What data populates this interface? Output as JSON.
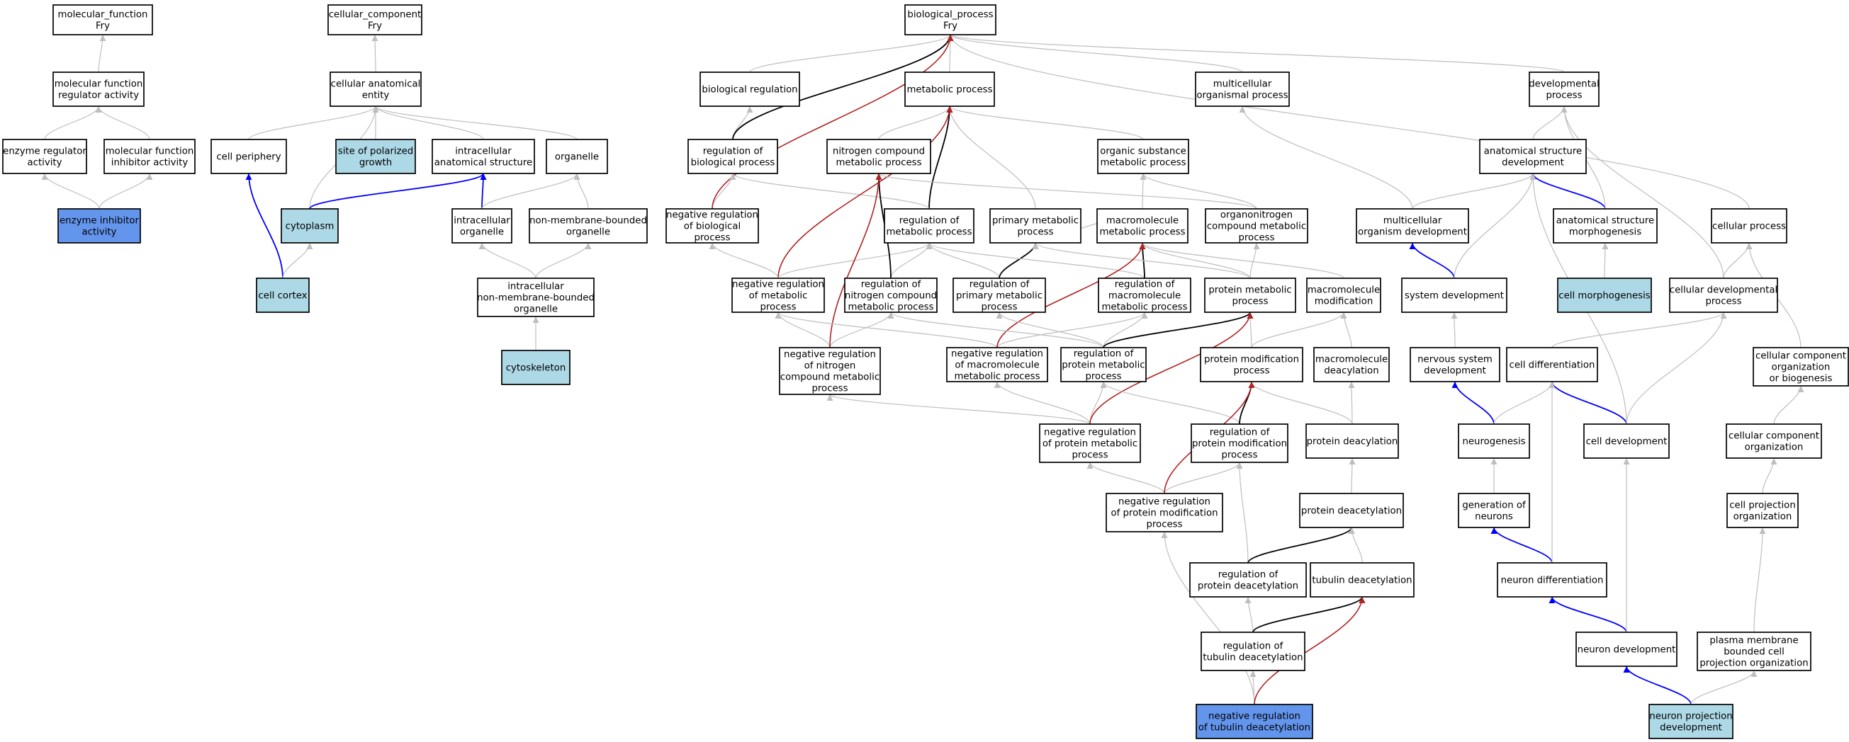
{
  "colors": {
    "node_default": "#ffffff",
    "node_light": "#add8e6",
    "node_query": "#6495ed",
    "edge_is_a": "#bebebe",
    "edge_part_of": "#0000ff",
    "edge_regulates": "#000000",
    "edge_neg_regulates": "#b22222"
  },
  "nodes": {
    "molecular_function": {
      "lines": [
        "molecular_function",
        "Fry"
      ],
      "fill": "white"
    },
    "mf_regulator": {
      "lines": [
        "molecular function",
        "regulator activity"
      ],
      "fill": "white"
    },
    "enzyme_regulator": {
      "lines": [
        "enzyme regulator",
        "activity"
      ],
      "fill": "white"
    },
    "mf_inhibitor": {
      "lines": [
        "molecular function",
        "inhibitor activity"
      ],
      "fill": "white"
    },
    "enzyme_inhibitor": {
      "lines": [
        "enzyme inhibitor",
        "activity"
      ],
      "fill": "query"
    },
    "cellular_component": {
      "lines": [
        "cellular_component",
        "Fry"
      ],
      "fill": "white"
    },
    "cell_anat_entity": {
      "lines": [
        "cellular anatomical",
        "entity"
      ],
      "fill": "white"
    },
    "cell_periphery": {
      "lines": [
        "cell periphery"
      ],
      "fill": "white"
    },
    "site_polarized": {
      "lines": [
        "site of polarized",
        "growth"
      ],
      "fill": "light"
    },
    "intracell_anat": {
      "lines": [
        "intracellular",
        "anatomical structure"
      ],
      "fill": "white"
    },
    "organelle": {
      "lines": [
        "organelle"
      ],
      "fill": "white"
    },
    "cytoplasm": {
      "lines": [
        "cytoplasm"
      ],
      "fill": "light"
    },
    "intracell_organelle": {
      "lines": [
        "intracellular",
        "organelle"
      ],
      "fill": "white"
    },
    "non_membrane_organelle": {
      "lines": [
        "non-membrane-bounded",
        "organelle"
      ],
      "fill": "white"
    },
    "cell_cortex": {
      "lines": [
        "cell cortex"
      ],
      "fill": "light"
    },
    "intracell_nonmem_organelle": {
      "lines": [
        "intracellular",
        "non-membrane-bounded",
        "organelle"
      ],
      "fill": "white"
    },
    "cytoskeleton": {
      "lines": [
        "cytoskeleton"
      ],
      "fill": "light"
    },
    "biological_process": {
      "lines": [
        "biological_process",
        "Fry"
      ],
      "fill": "white"
    },
    "biological_regulation": {
      "lines": [
        "biological regulation"
      ],
      "fill": "white"
    },
    "metabolic_process": {
      "lines": [
        "metabolic process"
      ],
      "fill": "white"
    },
    "multicellular_organismal": {
      "lines": [
        "multicellular",
        "organismal process"
      ],
      "fill": "white"
    },
    "developmental_process": {
      "lines": [
        "developmental",
        "process"
      ],
      "fill": "white"
    },
    "reg_biological": {
      "lines": [
        "regulation of",
        "biological process"
      ],
      "fill": "white"
    },
    "nitrogen_compound_met": {
      "lines": [
        "nitrogen compound",
        "metabolic process"
      ],
      "fill": "white"
    },
    "organic_substance_met": {
      "lines": [
        "organic substance",
        "metabolic process"
      ],
      "fill": "white"
    },
    "anat_struct_dev": {
      "lines": [
        "anatomical structure",
        "development"
      ],
      "fill": "white"
    },
    "neg_reg_biological": {
      "lines": [
        "negative regulation",
        "of biological",
        "process"
      ],
      "fill": "white"
    },
    "reg_metabolic": {
      "lines": [
        "regulation of",
        "metabolic process"
      ],
      "fill": "white"
    },
    "primary_metabolic": {
      "lines": [
        "primary metabolic",
        "process"
      ],
      "fill": "white"
    },
    "macromolecule_met": {
      "lines": [
        "macromolecule",
        "metabolic process"
      ],
      "fill": "white"
    },
    "organonitrogen_met": {
      "lines": [
        "organonitrogen",
        "compound metabolic",
        "process"
      ],
      "fill": "white"
    },
    "multicell_org_dev": {
      "lines": [
        "multicellular",
        "organism development"
      ],
      "fill": "white"
    },
    "anat_struct_morph": {
      "lines": [
        "anatomical structure",
        "morphogenesis"
      ],
      "fill": "white"
    },
    "cellular_process": {
      "lines": [
        "cellular process"
      ],
      "fill": "white"
    },
    "neg_reg_metabolic": {
      "lines": [
        "negative regulation",
        "of metabolic",
        "process"
      ],
      "fill": "white"
    },
    "reg_nitrogen_met": {
      "lines": [
        "regulation of",
        "nitrogen compound",
        "metabolic process"
      ],
      "fill": "white"
    },
    "reg_primary_met": {
      "lines": [
        "regulation of",
        "primary metabolic",
        "process"
      ],
      "fill": "white"
    },
    "reg_macromolecule_met": {
      "lines": [
        "regulation of",
        "macromolecule",
        "metabolic process"
      ],
      "fill": "white"
    },
    "protein_metabolic": {
      "lines": [
        "protein metabolic",
        "process"
      ],
      "fill": "white"
    },
    "macromolecule_mod": {
      "lines": [
        "macromolecule",
        "modification"
      ],
      "fill": "white"
    },
    "system_development": {
      "lines": [
        "system development"
      ],
      "fill": "white"
    },
    "cell_morphogenesis": {
      "lines": [
        "cell morphogenesis"
      ],
      "fill": "light"
    },
    "cellular_dev_process": {
      "lines": [
        "cellular developmental",
        "process"
      ],
      "fill": "white"
    },
    "neg_reg_nitrogen_met": {
      "lines": [
        "negative regulation",
        "of nitrogen",
        "compound metabolic",
        "process"
      ],
      "fill": "white"
    },
    "neg_reg_macromolecule_met": {
      "lines": [
        "negative regulation",
        "of macromolecule",
        "metabolic process"
      ],
      "fill": "white"
    },
    "reg_protein_met": {
      "lines": [
        "regulation of",
        "protein metabolic",
        "process"
      ],
      "fill": "white"
    },
    "protein_mod_process": {
      "lines": [
        "protein modification",
        "process"
      ],
      "fill": "white"
    },
    "macromolecule_deacyl": {
      "lines": [
        "macromolecule",
        "deacylation"
      ],
      "fill": "white"
    },
    "nervous_system_dev": {
      "lines": [
        "nervous system",
        "development"
      ],
      "fill": "white"
    },
    "cell_differentiation": {
      "lines": [
        "cell differentiation"
      ],
      "fill": "white"
    },
    "cell_comp_org_biogen": {
      "lines": [
        "cellular component",
        "organization",
        "or biogenesis"
      ],
      "fill": "white"
    },
    "neg_reg_protein_met": {
      "lines": [
        "negative regulation",
        "of protein metabolic",
        "process"
      ],
      "fill": "white"
    },
    "reg_protein_mod": {
      "lines": [
        "regulation of",
        "protein modification",
        "process"
      ],
      "fill": "white"
    },
    "protein_deacylation": {
      "lines": [
        "protein deacylation"
      ],
      "fill": "white"
    },
    "neurogenesis": {
      "lines": [
        "neurogenesis"
      ],
      "fill": "white"
    },
    "cell_development": {
      "lines": [
        "cell development"
      ],
      "fill": "white"
    },
    "cell_comp_org": {
      "lines": [
        "cellular component",
        "organization"
      ],
      "fill": "white"
    },
    "neg_reg_protein_mod": {
      "lines": [
        "negative regulation",
        "of protein modification",
        "process"
      ],
      "fill": "white"
    },
    "protein_deacetylation": {
      "lines": [
        "protein deacetylation"
      ],
      "fill": "white"
    },
    "generation_neurons": {
      "lines": [
        "generation of",
        "neurons"
      ],
      "fill": "white"
    },
    "cell_proj_org": {
      "lines": [
        "cell projection",
        "organization"
      ],
      "fill": "white"
    },
    "reg_protein_deacetyl": {
      "lines": [
        "regulation of",
        "protein deacetylation"
      ],
      "fill": "white"
    },
    "tubulin_deacetylation": {
      "lines": [
        "tubulin deacetylation"
      ],
      "fill": "white"
    },
    "neuron_differentiation": {
      "lines": [
        "neuron differentiation"
      ],
      "fill": "white"
    },
    "reg_tubulin_deacetyl": {
      "lines": [
        "regulation of",
        "tubulin deacetylation"
      ],
      "fill": "white"
    },
    "neuron_development": {
      "lines": [
        "neuron development"
      ],
      "fill": "white"
    },
    "pm_bounded_proj_org": {
      "lines": [
        "plasma membrane",
        "bounded cell",
        "projection organization"
      ],
      "fill": "white"
    },
    "neg_reg_tubulin_deacetyl": {
      "lines": [
        "negative regulation",
        "of tubulin deacetylation"
      ],
      "fill": "query"
    },
    "neuron_proj_dev": {
      "lines": [
        "neuron projection",
        "development"
      ],
      "fill": "light"
    }
  },
  "edges": [
    [
      "mf_regulator",
      "molecular_function",
      "is_a"
    ],
    [
      "enzyme_regulator",
      "mf_regulator",
      "is_a"
    ],
    [
      "mf_inhibitor",
      "mf_regulator",
      "is_a"
    ],
    [
      "enzyme_inhibitor",
      "enzyme_regulator",
      "is_a"
    ],
    [
      "enzyme_inhibitor",
      "mf_inhibitor",
      "is_a"
    ],
    [
      "cell_anat_entity",
      "cellular_component",
      "is_a"
    ],
    [
      "cell_periphery",
      "cell_anat_entity",
      "is_a"
    ],
    [
      "site_polarized",
      "cell_anat_entity",
      "is_a"
    ],
    [
      "intracell_anat",
      "cell_anat_entity",
      "is_a"
    ],
    [
      "organelle",
      "cell_anat_entity",
      "is_a"
    ],
    [
      "cytoplasm",
      "cell_anat_entity",
      "is_a"
    ],
    [
      "cytoplasm",
      "intracell_anat",
      "part_of"
    ],
    [
      "intracell_organelle",
      "intracell_anat",
      "part_of"
    ],
    [
      "intracell_organelle",
      "organelle",
      "is_a"
    ],
    [
      "non_membrane_organelle",
      "organelle",
      "is_a"
    ],
    [
      "cell_cortex",
      "cell_periphery",
      "part_of"
    ],
    [
      "cell_cortex",
      "cytoplasm",
      "is_a"
    ],
    [
      "intracell_nonmem_organelle",
      "intracell_organelle",
      "is_a"
    ],
    [
      "intracell_nonmem_organelle",
      "non_membrane_organelle",
      "is_a"
    ],
    [
      "cytoskeleton",
      "intracell_nonmem_organelle",
      "is_a"
    ],
    [
      "biological_regulation",
      "biological_process",
      "is_a"
    ],
    [
      "metabolic_process",
      "biological_process",
      "is_a"
    ],
    [
      "multicellular_organismal",
      "biological_process",
      "is_a"
    ],
    [
      "developmental_process",
      "biological_process",
      "is_a"
    ],
    [
      "cellular_process",
      "biological_process",
      "is_a"
    ],
    [
      "reg_biological",
      "biological_regulation",
      "is_a"
    ],
    [
      "reg_biological",
      "biological_process",
      "regulates"
    ],
    [
      "neg_reg_biological",
      "reg_biological",
      "is_a"
    ],
    [
      "neg_reg_biological",
      "biological_process",
      "neg_regulates"
    ],
    [
      "nitrogen_compound_met",
      "metabolic_process",
      "is_a"
    ],
    [
      "organic_substance_met",
      "metabolic_process",
      "is_a"
    ],
    [
      "primary_metabolic",
      "metabolic_process",
      "is_a"
    ],
    [
      "reg_metabolic",
      "metabolic_process",
      "regulates"
    ],
    [
      "reg_metabolic",
      "reg_biological",
      "is_a"
    ],
    [
      "neg_reg_metabolic",
      "metabolic_process",
      "neg_regulates"
    ],
    [
      "neg_reg_metabolic",
      "reg_metabolic",
      "is_a"
    ],
    [
      "neg_reg_metabolic",
      "neg_reg_biological",
      "is_a"
    ],
    [
      "macromolecule_met",
      "organic_substance_met",
      "is_a"
    ],
    [
      "macromolecule_met",
      "primary_metabolic",
      "is_a"
    ],
    [
      "organonitrogen_met",
      "organic_substance_met",
      "is_a"
    ],
    [
      "organonitrogen_met",
      "nitrogen_compound_met",
      "is_a"
    ],
    [
      "reg_nitrogen_met",
      "reg_metabolic",
      "is_a"
    ],
    [
      "reg_nitrogen_met",
      "nitrogen_compound_met",
      "regulates"
    ],
    [
      "reg_primary_met",
      "reg_metabolic",
      "is_a"
    ],
    [
      "reg_primary_met",
      "primary_metabolic",
      "regulates"
    ],
    [
      "reg_macromolecule_met",
      "reg_metabolic",
      "is_a"
    ],
    [
      "reg_macromolecule_met",
      "macromolecule_met",
      "regulates"
    ],
    [
      "protein_metabolic",
      "macromolecule_met",
      "is_a"
    ],
    [
      "protein_metabolic",
      "organonitrogen_met",
      "is_a"
    ],
    [
      "protein_metabolic",
      "primary_metabolic",
      "is_a"
    ],
    [
      "macromolecule_mod",
      "macromolecule_met",
      "is_a"
    ],
    [
      "neg_reg_nitrogen_met",
      "neg_reg_metabolic",
      "is_a"
    ],
    [
      "neg_reg_nitrogen_met",
      "reg_nitrogen_met",
      "is_a"
    ],
    [
      "neg_reg_nitrogen_met",
      "nitrogen_compound_met",
      "neg_regulates"
    ],
    [
      "neg_reg_macromolecule_met",
      "neg_reg_metabolic",
      "is_a"
    ],
    [
      "neg_reg_macromolecule_met",
      "reg_macromolecule_met",
      "is_a"
    ],
    [
      "neg_reg_macromolecule_met",
      "macromolecule_met",
      "neg_regulates"
    ],
    [
      "reg_protein_met",
      "reg_macromolecule_met",
      "is_a"
    ],
    [
      "reg_protein_met",
      "reg_primary_met",
      "is_a"
    ],
    [
      "reg_protein_met",
      "reg_nitrogen_met",
      "is_a"
    ],
    [
      "reg_protein_met",
      "protein_metabolic",
      "regulates"
    ],
    [
      "protein_mod_process",
      "protein_metabolic",
      "is_a"
    ],
    [
      "protein_mod_process",
      "macromolecule_mod",
      "is_a"
    ],
    [
      "macromolecule_deacyl",
      "macromolecule_mod",
      "is_a"
    ],
    [
      "neg_reg_protein_met",
      "reg_protein_met",
      "is_a"
    ],
    [
      "neg_reg_protein_met",
      "neg_reg_macromolecule_met",
      "is_a"
    ],
    [
      "neg_reg_protein_met",
      "neg_reg_nitrogen_met",
      "is_a"
    ],
    [
      "neg_reg_protein_met",
      "protein_metabolic",
      "neg_regulates"
    ],
    [
      "reg_protein_mod",
      "reg_protein_met",
      "is_a"
    ],
    [
      "reg_protein_mod",
      "protein_mod_process",
      "regulates"
    ],
    [
      "protein_deacylation",
      "protein_mod_process",
      "is_a"
    ],
    [
      "protein_deacylation",
      "macromolecule_deacyl",
      "is_a"
    ],
    [
      "neg_reg_protein_mod",
      "neg_reg_protein_met",
      "is_a"
    ],
    [
      "neg_reg_protein_mod",
      "reg_protein_mod",
      "is_a"
    ],
    [
      "neg_reg_protein_mod",
      "protein_mod_process",
      "neg_regulates"
    ],
    [
      "protein_deacetylation",
      "protein_deacylation",
      "is_a"
    ],
    [
      "reg_protein_deacetyl",
      "reg_protein_mod",
      "is_a"
    ],
    [
      "reg_protein_deacetyl",
      "protein_deacetylation",
      "regulates"
    ],
    [
      "tubulin_deacetylation",
      "protein_deacetylation",
      "is_a"
    ],
    [
      "reg_tubulin_deacetyl",
      "reg_protein_deacetyl",
      "is_a"
    ],
    [
      "reg_tubulin_deacetyl",
      "tubulin_deacetylation",
      "regulates"
    ],
    [
      "neg_reg_tubulin_deacetyl",
      "reg_tubulin_deacetyl",
      "is_a"
    ],
    [
      "neg_reg_tubulin_deacetyl",
      "neg_reg_protein_mod",
      "is_a"
    ],
    [
      "neg_reg_tubulin_deacetyl",
      "tubulin_deacetylation",
      "neg_regulates"
    ],
    [
      "anat_struct_dev",
      "developmental_process",
      "is_a"
    ],
    [
      "multicell_org_dev",
      "anat_struct_dev",
      "is_a"
    ],
    [
      "multicell_org_dev",
      "multicellular_organismal",
      "is_a"
    ],
    [
      "anat_struct_morph",
      "anat_struct_dev",
      "part_of"
    ],
    [
      "anat_struct_morph",
      "developmental_process",
      "is_a"
    ],
    [
      "system_development",
      "multicell_org_dev",
      "part_of"
    ],
    [
      "system_development",
      "anat_struct_dev",
      "is_a"
    ],
    [
      "cell_morphogenesis",
      "anat_struct_morph",
      "is_a"
    ],
    [
      "cellular_dev_process",
      "cellular_process",
      "is_a"
    ],
    [
      "cellular_dev_process",
      "developmental_process",
      "is_a"
    ],
    [
      "nervous_system_dev",
      "system_development",
      "is_a"
    ],
    [
      "cell_differentiation",
      "cellular_dev_process",
      "is_a"
    ],
    [
      "cell_comp_org_biogen",
      "cellular_process",
      "is_a"
    ],
    [
      "neurogenesis",
      "nervous_system_dev",
      "part_of"
    ],
    [
      "neurogenesis",
      "cell_differentiation",
      "is_a"
    ],
    [
      "cell_development",
      "cell_differentiation",
      "part_of"
    ],
    [
      "cell_development",
      "anat_struct_dev",
      "is_a"
    ],
    [
      "cell_development",
      "cellular_dev_process",
      "is_a"
    ],
    [
      "cell_comp_org",
      "cell_comp_org_biogen",
      "is_a"
    ],
    [
      "generation_neurons",
      "neurogenesis",
      "is_a"
    ],
    [
      "cell_proj_org",
      "cell_comp_org",
      "is_a"
    ],
    [
      "neuron_differentiation",
      "generation_neurons",
      "part_of"
    ],
    [
      "neuron_differentiation",
      "cell_differentiation",
      "is_a"
    ],
    [
      "neuron_development",
      "neuron_differentiation",
      "part_of"
    ],
    [
      "neuron_development",
      "cell_development",
      "is_a"
    ],
    [
      "pm_bounded_proj_org",
      "cell_proj_org",
      "is_a"
    ],
    [
      "neuron_proj_dev",
      "neuron_development",
      "part_of"
    ],
    [
      "neuron_proj_dev",
      "pm_bounded_proj_org",
      "is_a"
    ]
  ]
}
